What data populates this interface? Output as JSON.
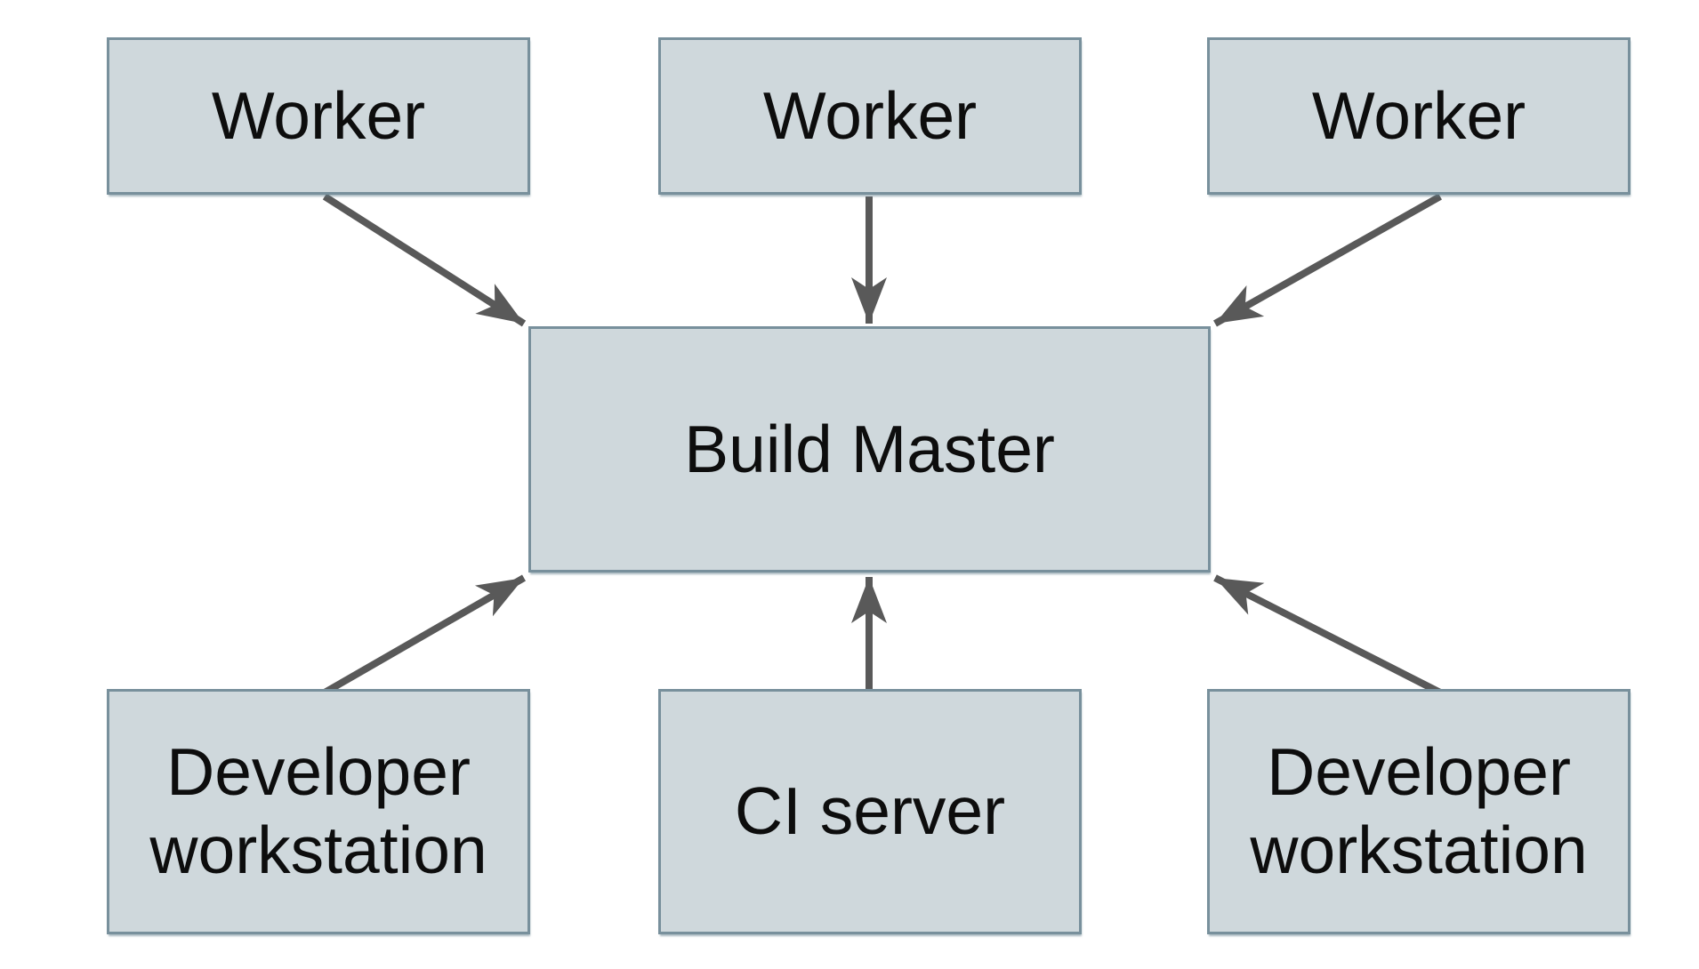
{
  "diagram": {
    "type": "architecture-diagram",
    "nodes": [
      {
        "id": "worker-1",
        "label": "Worker"
      },
      {
        "id": "worker-2",
        "label": "Worker"
      },
      {
        "id": "worker-3",
        "label": "Worker"
      },
      {
        "id": "build-master",
        "label": "Build Master"
      },
      {
        "id": "developer-workstation-left",
        "label": "Developer workstation"
      },
      {
        "id": "ci-server",
        "label": "CI server"
      },
      {
        "id": "developer-workstation-right",
        "label": "Developer workstation"
      }
    ],
    "edges": [
      {
        "from": "worker-1",
        "to": "build-master"
      },
      {
        "from": "worker-2",
        "to": "build-master"
      },
      {
        "from": "worker-3",
        "to": "build-master"
      },
      {
        "from": "developer-workstation-left",
        "to": "build-master"
      },
      {
        "from": "ci-server",
        "to": "build-master"
      },
      {
        "from": "developer-workstation-right",
        "to": "build-master"
      }
    ],
    "colors": {
      "background": "#ffffff",
      "node_fill": "#cfd8dc",
      "node_border": "#78909c",
      "arrow": "#595959",
      "text": "#0d0d0d"
    }
  }
}
